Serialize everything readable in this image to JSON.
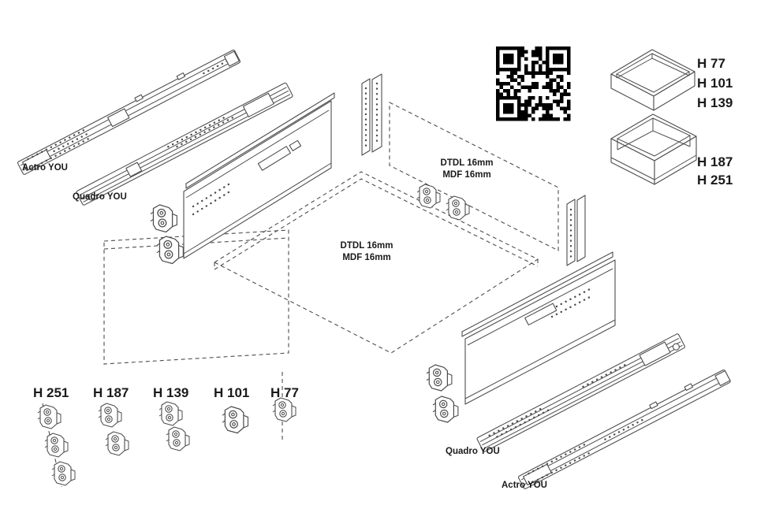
{
  "colors": {
    "background": "#ffffff",
    "line": "#4d4d4d",
    "text": "#1a1a1a",
    "qr": "#000000"
  },
  "runners_top": {
    "actro": "Actro YOU",
    "quadro": "Quadro YOU"
  },
  "runners_bottom": {
    "quadro": "Quadro YOU",
    "actro": "Actro YOU"
  },
  "panels": {
    "back": {
      "line1": "DTDL 16mm",
      "line2": "MDF 16mm"
    },
    "bottom": {
      "line1": "DTDL 16mm",
      "line2": "MDF 16mm"
    }
  },
  "drawer_boxes": {
    "shallow_heights": [
      "H 77",
      "H 101",
      "H 139"
    ],
    "deep_heights": [
      "H 187",
      "H 251"
    ]
  },
  "front_brackets": {
    "labels": [
      "H 251",
      "H 187",
      "H 139",
      "H 101",
      "H 77"
    ]
  },
  "icons": {
    "qr_code": "qr-code"
  }
}
